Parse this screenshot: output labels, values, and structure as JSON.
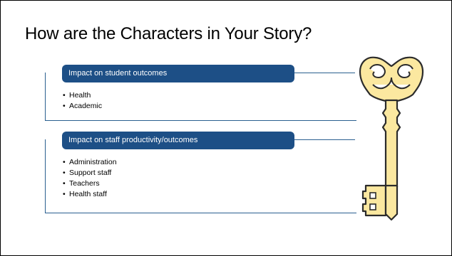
{
  "slide": {
    "title": "How are the Characters in Your Story?",
    "groups": [
      {
        "header": "Impact on student outcomes",
        "items": [
          "Health",
          "Academic"
        ]
      },
      {
        "header": "Impact on staff productivity/outcomes",
        "items": [
          "Administration",
          "Support staff",
          "Teachers",
          "Health staff"
        ]
      }
    ],
    "bullet_glyph": "•",
    "icon": "key-icon",
    "colors": {
      "header_fill": "#1d4f86",
      "header_text": "#ffffff",
      "connector": "#2a5f8f",
      "key_fill": "#fbe8a0",
      "key_outline": "#2b2b2b"
    }
  }
}
